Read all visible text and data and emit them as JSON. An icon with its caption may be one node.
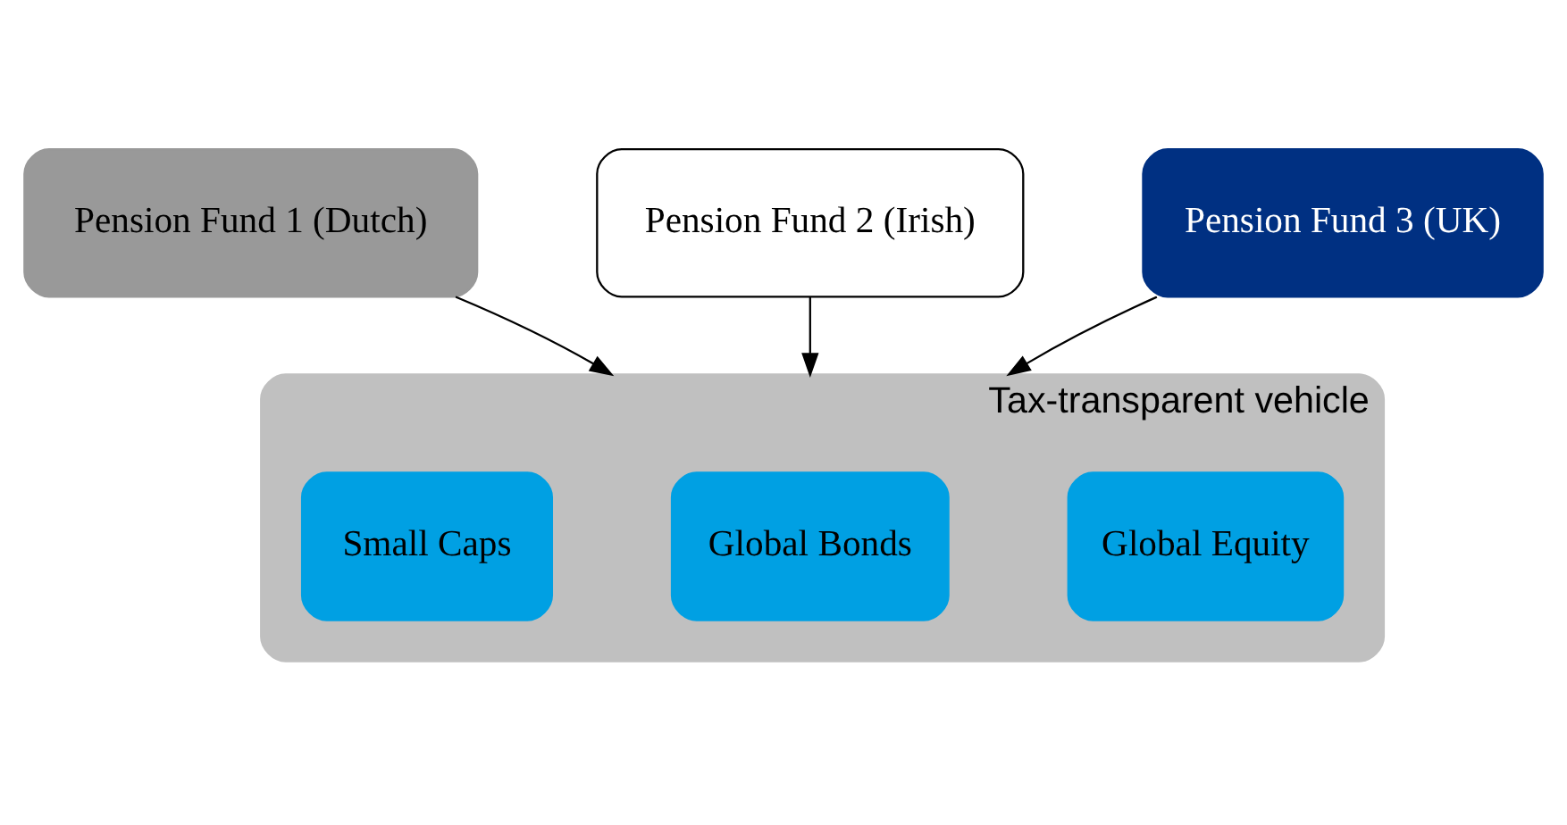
{
  "diagram": {
    "nodes": [
      {
        "text": [
          "Pension Fund 1 (Dutch)"
        ]
      },
      {
        "text": [
          "Pension Fund 2 (Irish)"
        ]
      },
      {
        "text": [
          "Pension Fund 3 (UK)"
        ]
      },
      {
        "text": [
          "Tax-transparent vehicle"
        ]
      },
      {
        "text": [
          "Global Equity"
        ],
        "in": 3
      },
      {
        "text": [
          "Global Bonds"
        ],
        "in": 3
      },
      {
        "text": [
          "Small Caps"
        ],
        "in": 3
      }
    ],
    "edges": [
      {
        "from": 0,
        "to": 3,
        "arrow": "to"
      },
      {
        "from": 1,
        "to": 3,
        "arrow": "to"
      },
      {
        "from": 2,
        "to": 3,
        "arrow": "to"
      }
    ]
  }
}
